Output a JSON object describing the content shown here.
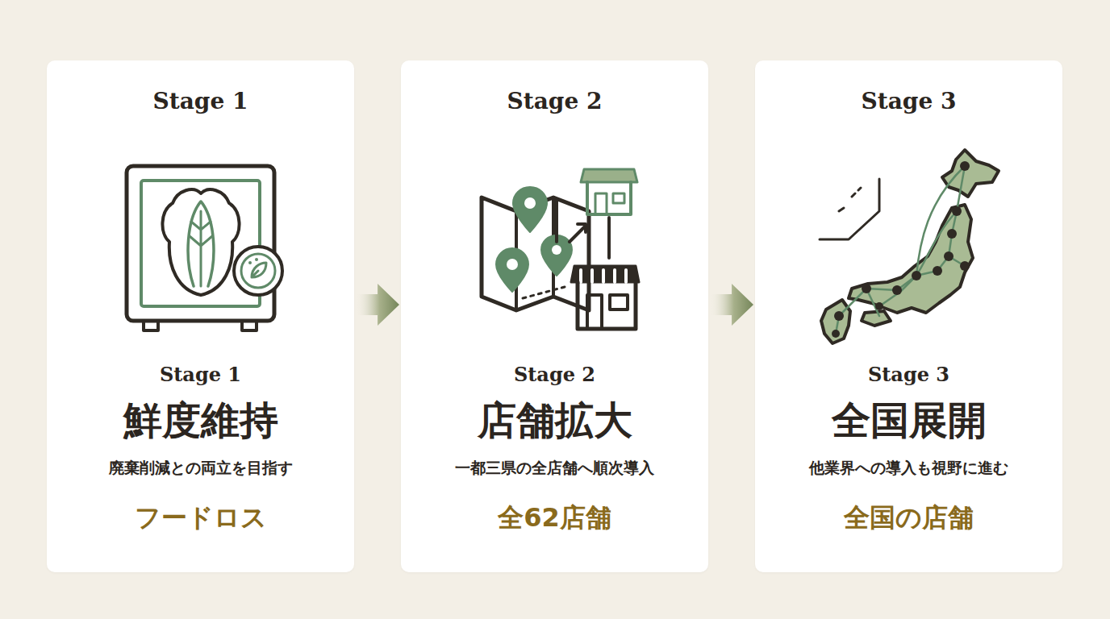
{
  "diagram": {
    "nodes": [
      {
        "text": [
          "Stage 1",
          "Stage 1",
          "鮮度維持",
          "廃棄削減との両立を目指す",
          "フードロス"
        ]
      },
      {
        "text": [
          "Stage 2",
          "Stage 2",
          "店舗拡大",
          "一都三県の全店舗へ順次導入",
          "全62店舗"
        ]
      },
      {
        "text": [
          "Stage 3",
          "Stage 3",
          "全国展開",
          "他業界への導入も視野に進む",
          "全国の店舗"
        ]
      }
    ],
    "edges": [
      {
        "from": 0,
        "to": 1,
        "arrow": "to"
      },
      {
        "from": 1,
        "to": 2,
        "arrow": "to"
      }
    ]
  }
}
